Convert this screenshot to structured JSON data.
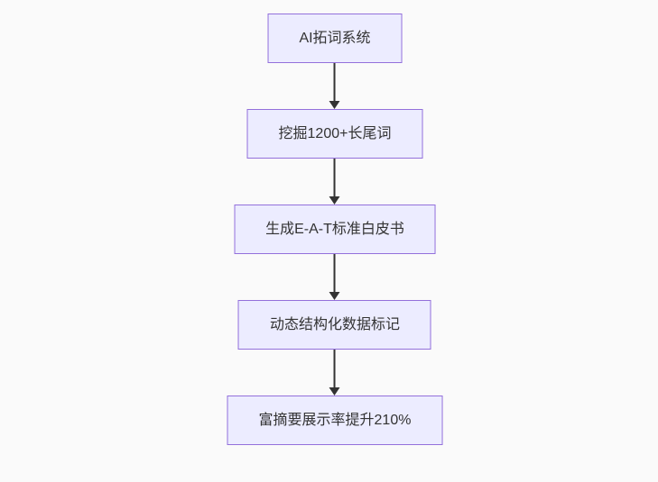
{
  "diagram": {
    "type": "flowchart-top-down",
    "nodes": [
      {
        "id": "n1",
        "label": "AI拓词系统"
      },
      {
        "id": "n2",
        "label": "挖掘1200+长尾词"
      },
      {
        "id": "n3",
        "label": "生成E-A-T标准白皮书"
      },
      {
        "id": "n4",
        "label": "动态结构化数据标记"
      },
      {
        "id": "n5",
        "label": "富摘要展示率提升210%"
      }
    ],
    "edges": [
      {
        "from": "n1",
        "to": "n2"
      },
      {
        "from": "n2",
        "to": "n3"
      },
      {
        "from": "n3",
        "to": "n4"
      },
      {
        "from": "n4",
        "to": "n5"
      }
    ]
  },
  "colors": {
    "background": "#fafafa",
    "node_fill": "#ECECFF",
    "node_border": "#9370DB",
    "node_text": "#333333",
    "arrow": "#333333"
  }
}
